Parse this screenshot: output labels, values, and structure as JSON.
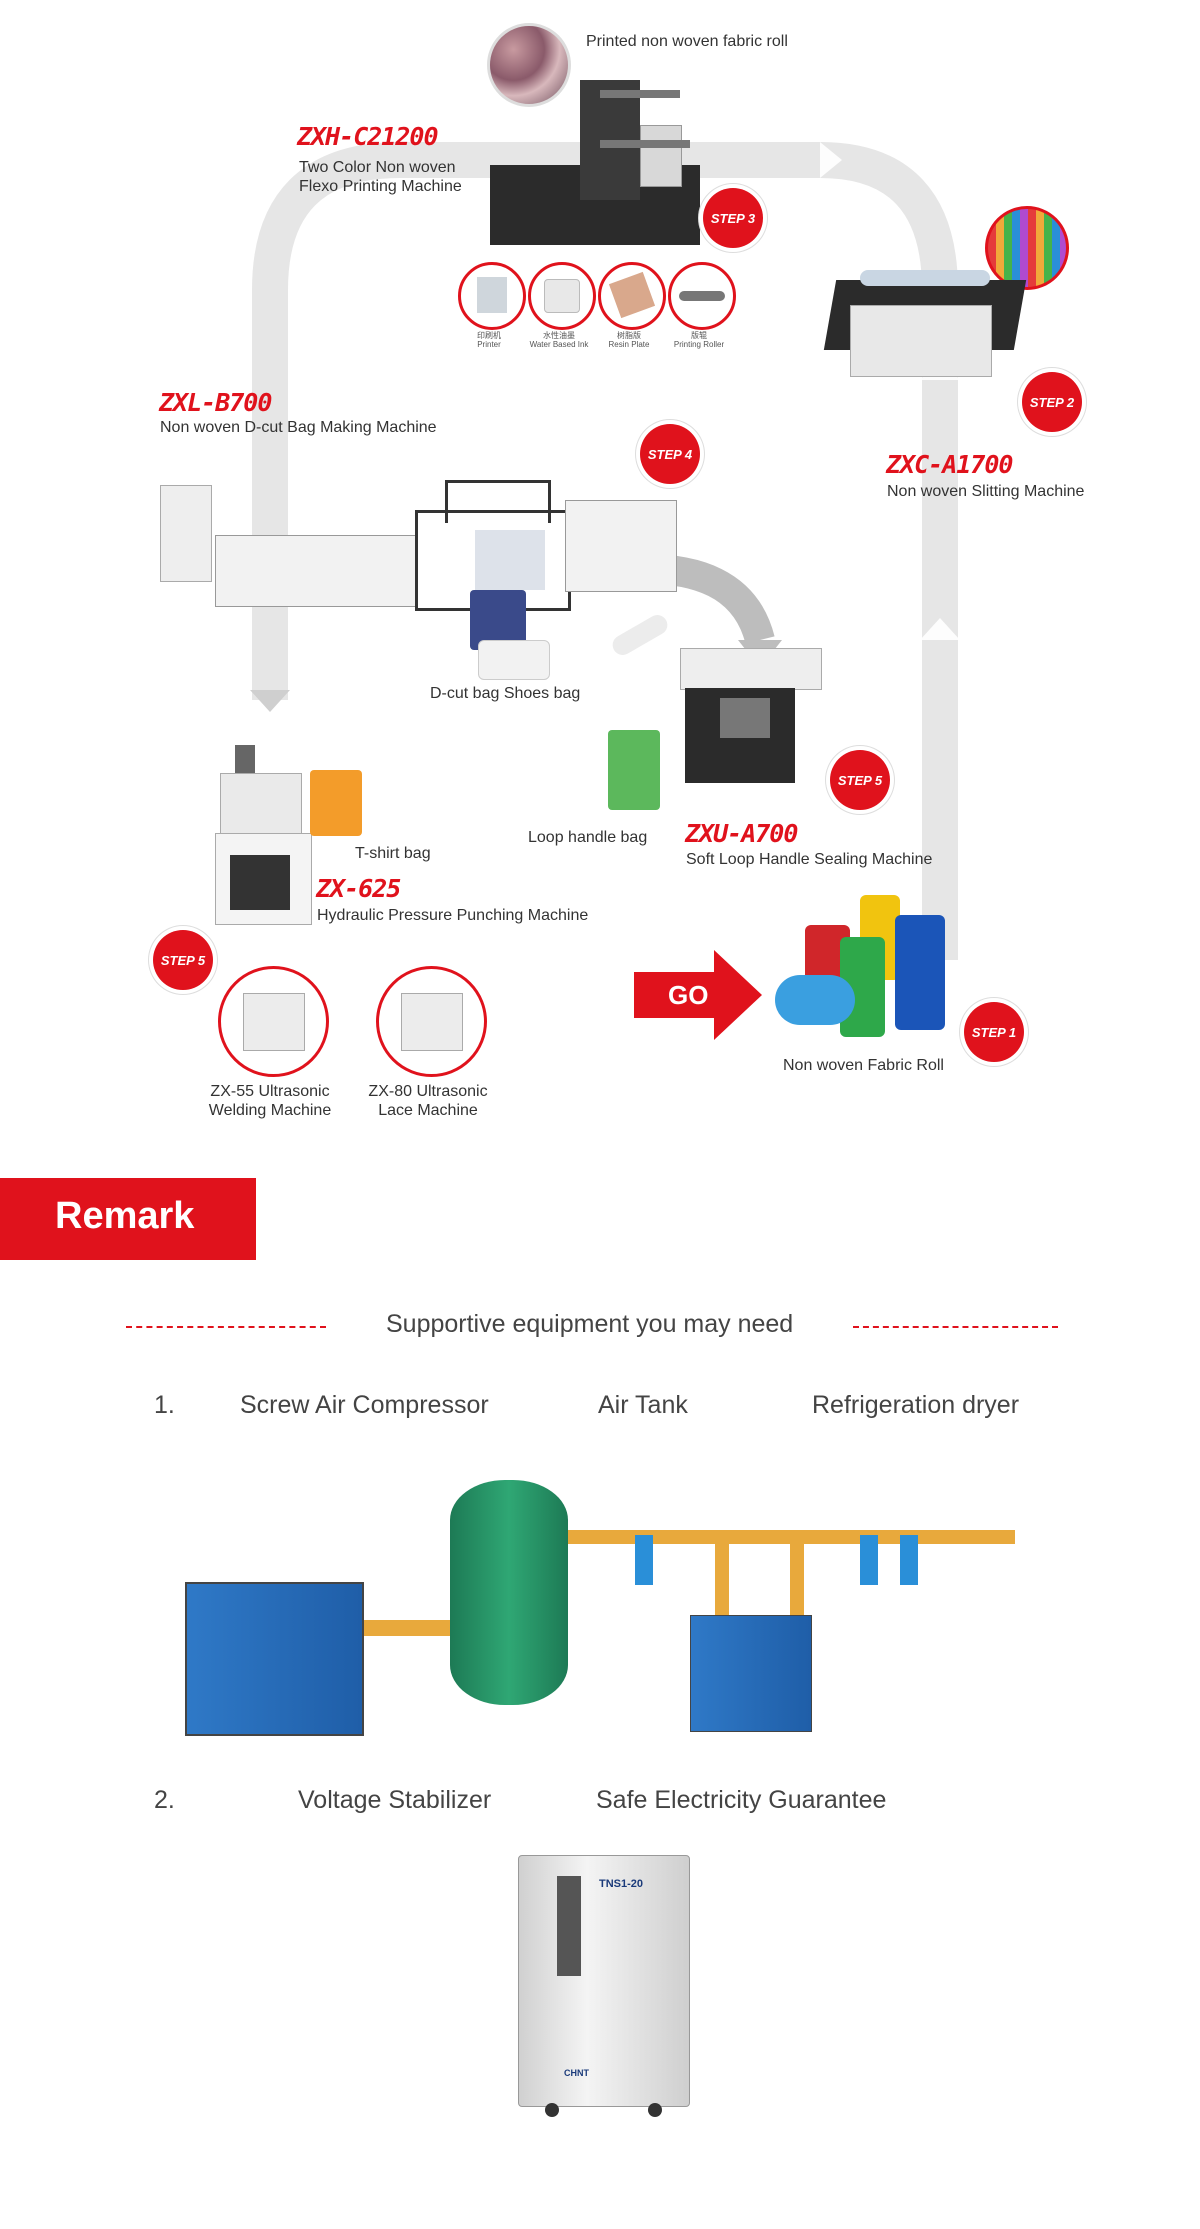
{
  "flow": {
    "printed_roll_label": "Printed non woven fabric roll",
    "printing": {
      "model": "ZXH-C21200",
      "desc1": "Two Color Non woven",
      "desc2": "Flexo Printing Machine",
      "step": "STEP 3"
    },
    "accessories": [
      {
        "cn": "印刷机",
        "en": "Printer"
      },
      {
        "cn": "水性油墨",
        "en": "Water Based Ink"
      },
      {
        "cn": "树脂版",
        "en": "Resin Plate"
      },
      {
        "cn": "版辊",
        "en": "Printing Roller"
      }
    ],
    "slitting": {
      "model": "ZXC-A1700",
      "desc": "Non woven Slitting Machine",
      "step": "STEP 2"
    },
    "dcut": {
      "model": "ZXL-B700",
      "desc": "Non woven D-cut Bag Making Machine",
      "step": "STEP 4"
    },
    "dcut_bag_label": "D-cut bag Shoes bag",
    "loop": {
      "model": "ZXU-A700",
      "desc": "Soft Loop Handle Sealing Machine",
      "step": "STEP 5"
    },
    "loop_bag_label": "Loop handle bag",
    "punch": {
      "model": "ZX-625",
      "desc": "Hydraulic Pressure Punching Machine"
    },
    "tshirt_label": "T-shirt bag",
    "ultra_step": "STEP 5",
    "welding": {
      "line1": "ZX-55 Ultrasonic",
      "line2": "Welding Machine"
    },
    "lace": {
      "line1": "ZX-80 Ultrasonic",
      "line2": "Lace Machine"
    },
    "go": "GO",
    "fabric": {
      "label": "Non woven Fabric Roll",
      "step": "STEP 1"
    }
  },
  "remark": {
    "title": "Remark",
    "subtitle": "Supportive equipment you may need",
    "item1": {
      "num": "1.",
      "a": "Screw Air Compressor",
      "b": "Air Tank",
      "c": "Refrigeration dryer"
    },
    "item2": {
      "num": "2.",
      "a": "Voltage Stabilizer",
      "b": "Safe Electricity Guarantee"
    },
    "stabilizer_brand": "TNS1-20",
    "stabilizer_logo": "CHNT"
  },
  "colors": {
    "accent": "#e0121c",
    "track": "#e6e6e6"
  }
}
